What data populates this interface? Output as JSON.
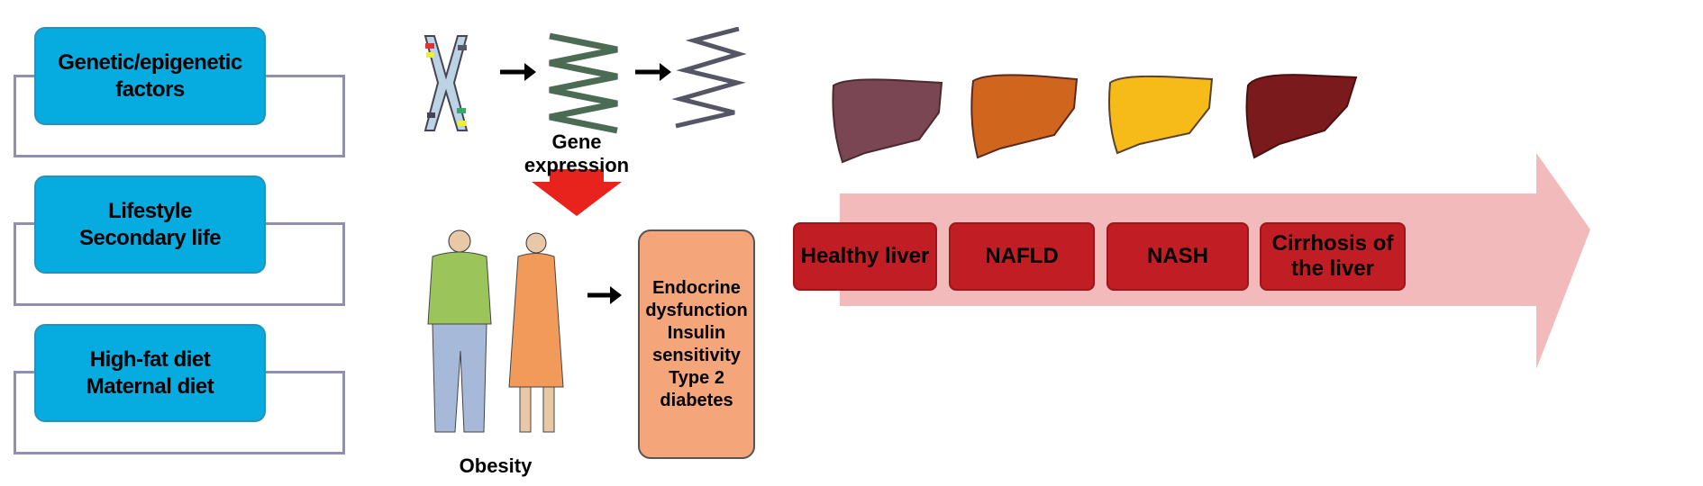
{
  "factors": [
    {
      "lines": [
        "Genetic/epigenetic factors"
      ]
    },
    {
      "lines": [
        "Lifestyle",
        "Secondary life"
      ]
    },
    {
      "lines": [
        "High-fat diet",
        "Maternal diet"
      ]
    }
  ],
  "gene_expression_label": "Gene expression",
  "obesity_label": "Obesity",
  "outcomes": [
    "Endocrine",
    "dysfunction",
    "Insulin",
    "sensitivity",
    "Type 2",
    "diabetes"
  ],
  "stages": [
    {
      "label": "Healthy liver",
      "liver_color": "#7a4654"
    },
    {
      "label": "NAFLD",
      "liver_color": "#d0651e"
    },
    {
      "label": "NASH",
      "liver_color": "#f6bb18"
    },
    {
      "label": "Cirrhosis of the liver",
      "liver_color": "#7a1a1c"
    }
  ],
  "colors": {
    "factor_box": "#06ace0",
    "stage_box": "#c01e24",
    "arrow_band": "#f2b3b5",
    "down_arrow": "#e8231e",
    "outcome_box": "#f5a57a"
  }
}
